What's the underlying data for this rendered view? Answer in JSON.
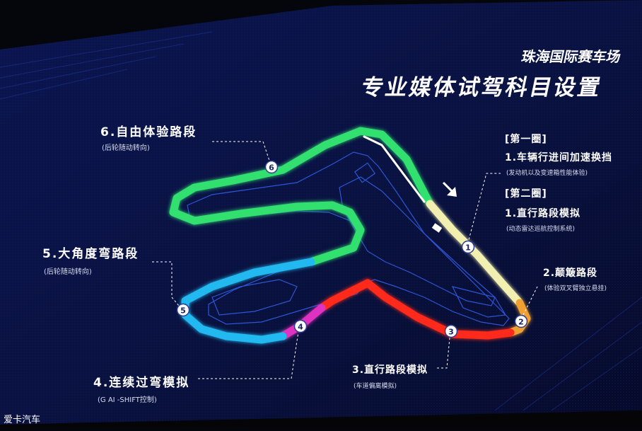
{
  "header": {
    "venue": "珠海国际赛车场",
    "program_title": "专业媒体试驾科目设置"
  },
  "laps": [
    {
      "heading": "[第一圈]",
      "item": "1.车辆行进间加速换挡",
      "note": "(发动机以及变速箱性能体验)"
    },
    {
      "heading": "[第二圈]",
      "item": "1.直行路段模拟",
      "note": "(动态雷达巡航控制系统)"
    }
  ],
  "sections": {
    "s2": {
      "title": "2.颠簸路段",
      "note": "(体验双叉臂独立悬挂)",
      "marker": "2",
      "color": "#f0a030"
    },
    "s3": {
      "title": "3.直行路段模拟",
      "note": "(车道偏离模拟)",
      "marker": "3",
      "color": "#ff2a1a"
    },
    "s4": {
      "title": "4.连续过弯模拟",
      "note": "(G AI -SHIFT控制)",
      "marker": "4",
      "color": "#e030c0"
    },
    "s5": {
      "title": "5.大角度弯路段",
      "note": "(后轮随动转向)",
      "marker": "5",
      "color": "#20b8f0"
    },
    "s6": {
      "title": "6.自由体验路段",
      "note": "(后轮随动转向)",
      "marker": "6",
      "color": "#30e070"
    },
    "s1": {
      "marker": "1",
      "color": "#f2f0b0"
    }
  },
  "watermark": "爱卡汽车"
}
